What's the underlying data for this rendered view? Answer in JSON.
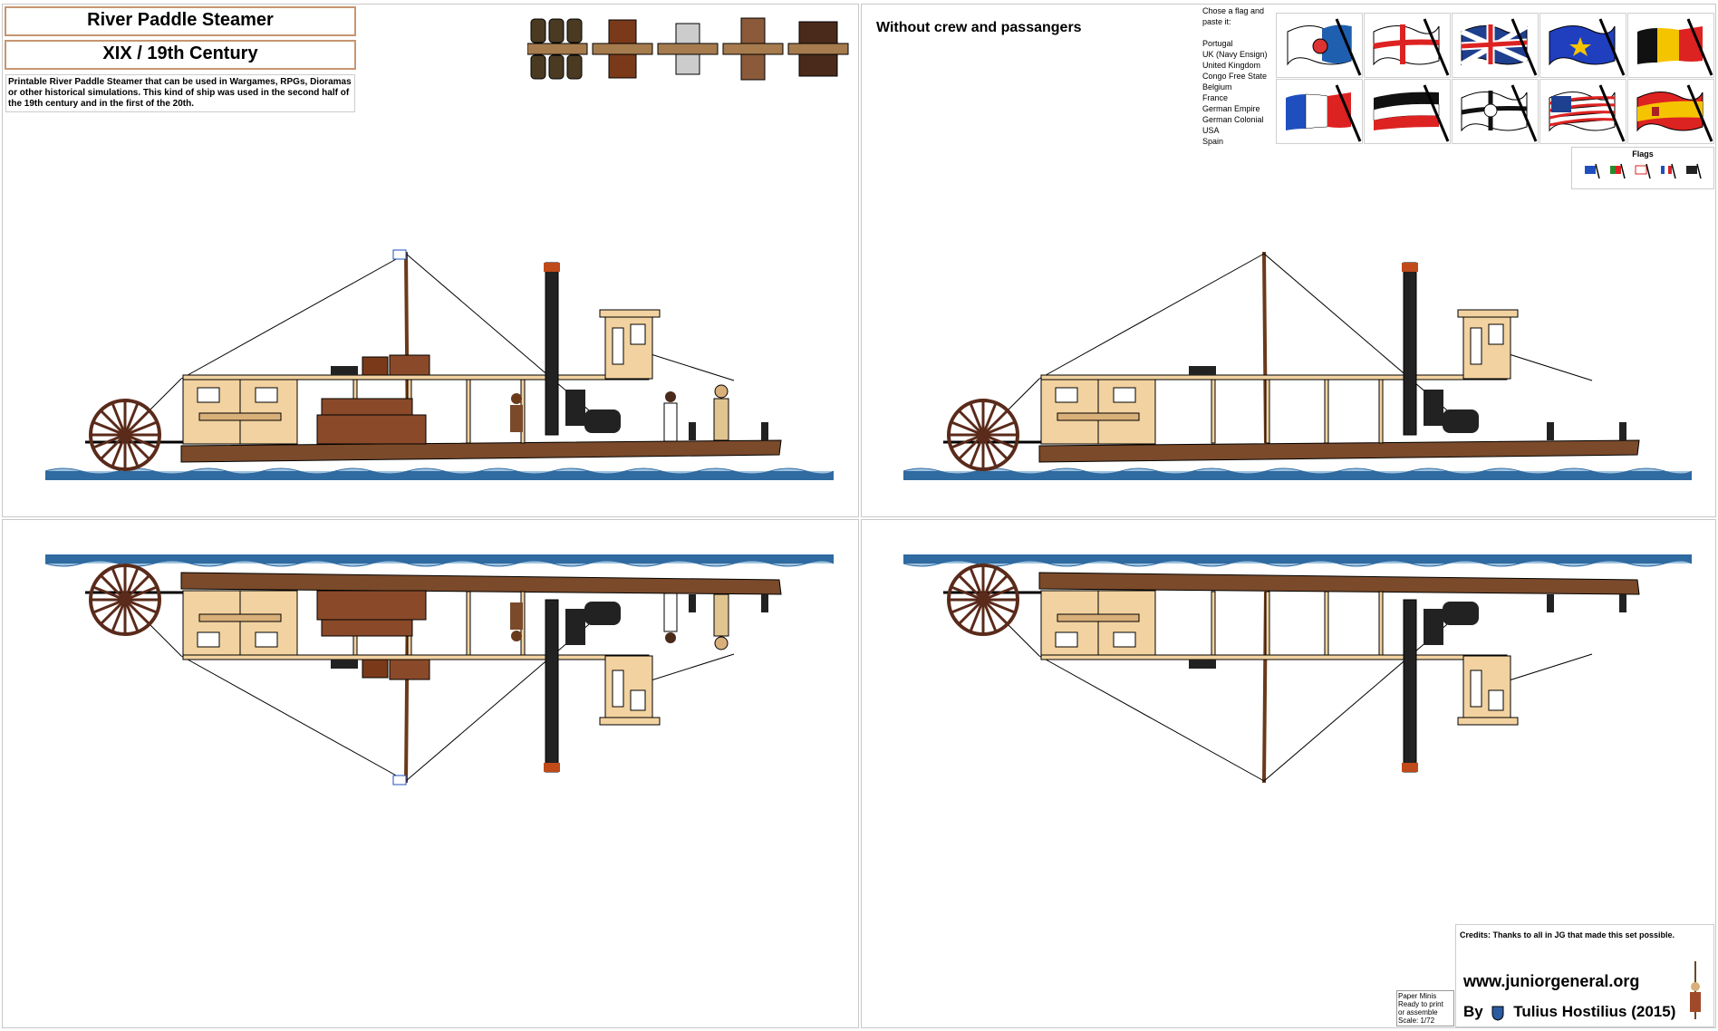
{
  "header": {
    "title": "River Paddle Steamer",
    "era": "XIX / 19th Century",
    "description": "Printable River Paddle Steamer that can be used in Wargames, RPGs, Dioramas or other historical simulations. This kind of ship was used in the second half of the 19th century and in the first of the 20th."
  },
  "right_panel": {
    "subtitle": "Without crew and passangers"
  },
  "flag_picker": {
    "instruction": "Chose a flag and paste it:",
    "options": [
      "Portugal",
      "UK (Navy Ensign)",
      "United Kingdom",
      "Congo Free State",
      "Belgium",
      "France",
      "German Empire",
      "German Colonial",
      "USA",
      "Spain"
    ],
    "mini_label": "Flags"
  },
  "credits": {
    "thanks": "Credits: Thanks to all in JG that made this set possible.",
    "website": "www.juniorgeneral.org",
    "author": "Tulius Hostilius (2015)",
    "by": "By"
  },
  "paper_minis": {
    "l1": "Paper Minis",
    "l2": "Ready to print",
    "l3": "or assemble",
    "l4": "Scale: 1/72"
  },
  "colors": {
    "hull": "#7a4a2a",
    "cabin": "#f2d2a0",
    "water": "#2f6aa0",
    "border": "#c79572"
  }
}
